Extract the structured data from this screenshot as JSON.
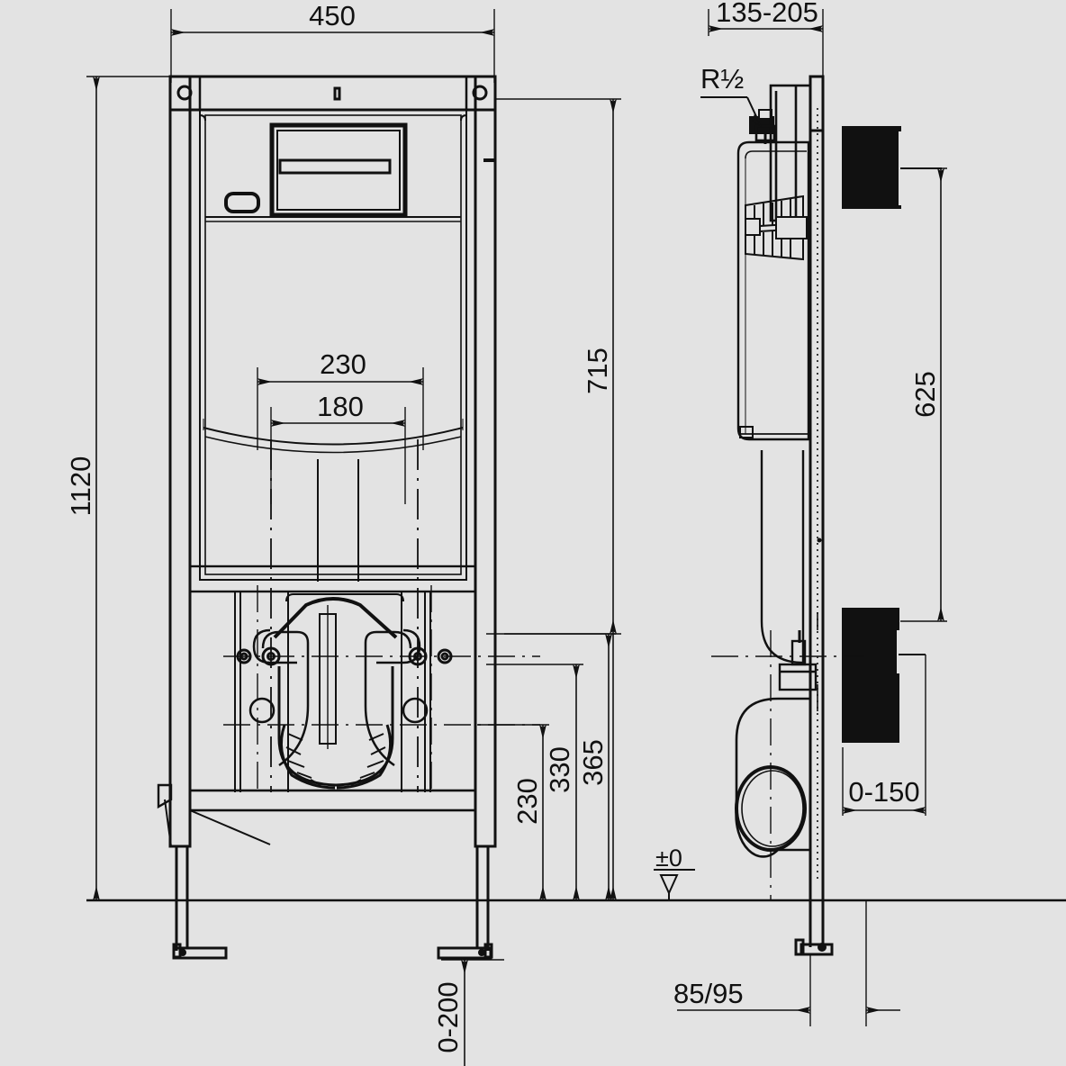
{
  "drawing": {
    "title": "Wall-hung WC installation frame - dimensioned technical drawing",
    "units": "mm",
    "background_color": "#e3e3e3",
    "line_color": "#111111",
    "views": [
      {
        "name": "front-elevation",
        "position": "left"
      },
      {
        "name": "side-elevation",
        "position": "right"
      }
    ]
  },
  "dimensions": {
    "width_overall": "450",
    "height_overall": "1120",
    "height_to_inlet": "715",
    "bowl_fixing_outer": "230",
    "bowl_fixing_inner": "180",
    "height_bowl_outlet": "365",
    "height_bowl_mid": "330",
    "height_bowl_low": "230",
    "depth_range": "135-205",
    "side_height_625": "625",
    "drain_offset": "0-150",
    "foot_adjust": "0-200",
    "wall_offset": "85/95",
    "water_connection": "R½",
    "datum": "±0"
  },
  "labels": {
    "d450": "450",
    "d1120": "1120",
    "d715": "715",
    "d230_top": "230",
    "d180": "180",
    "d365": "365",
    "d330": "330",
    "d230_bottom": "230",
    "d135_205": "135-205",
    "d625": "625",
    "d0_150": "0-150",
    "d0_200": "0-200",
    "d85_95": "85/95",
    "r_half": "R½",
    "datum_zero": "±0"
  },
  "colors": {
    "background": "#e3e3e3",
    "line": "#111111",
    "fill_solid": "#0a0a0a"
  }
}
